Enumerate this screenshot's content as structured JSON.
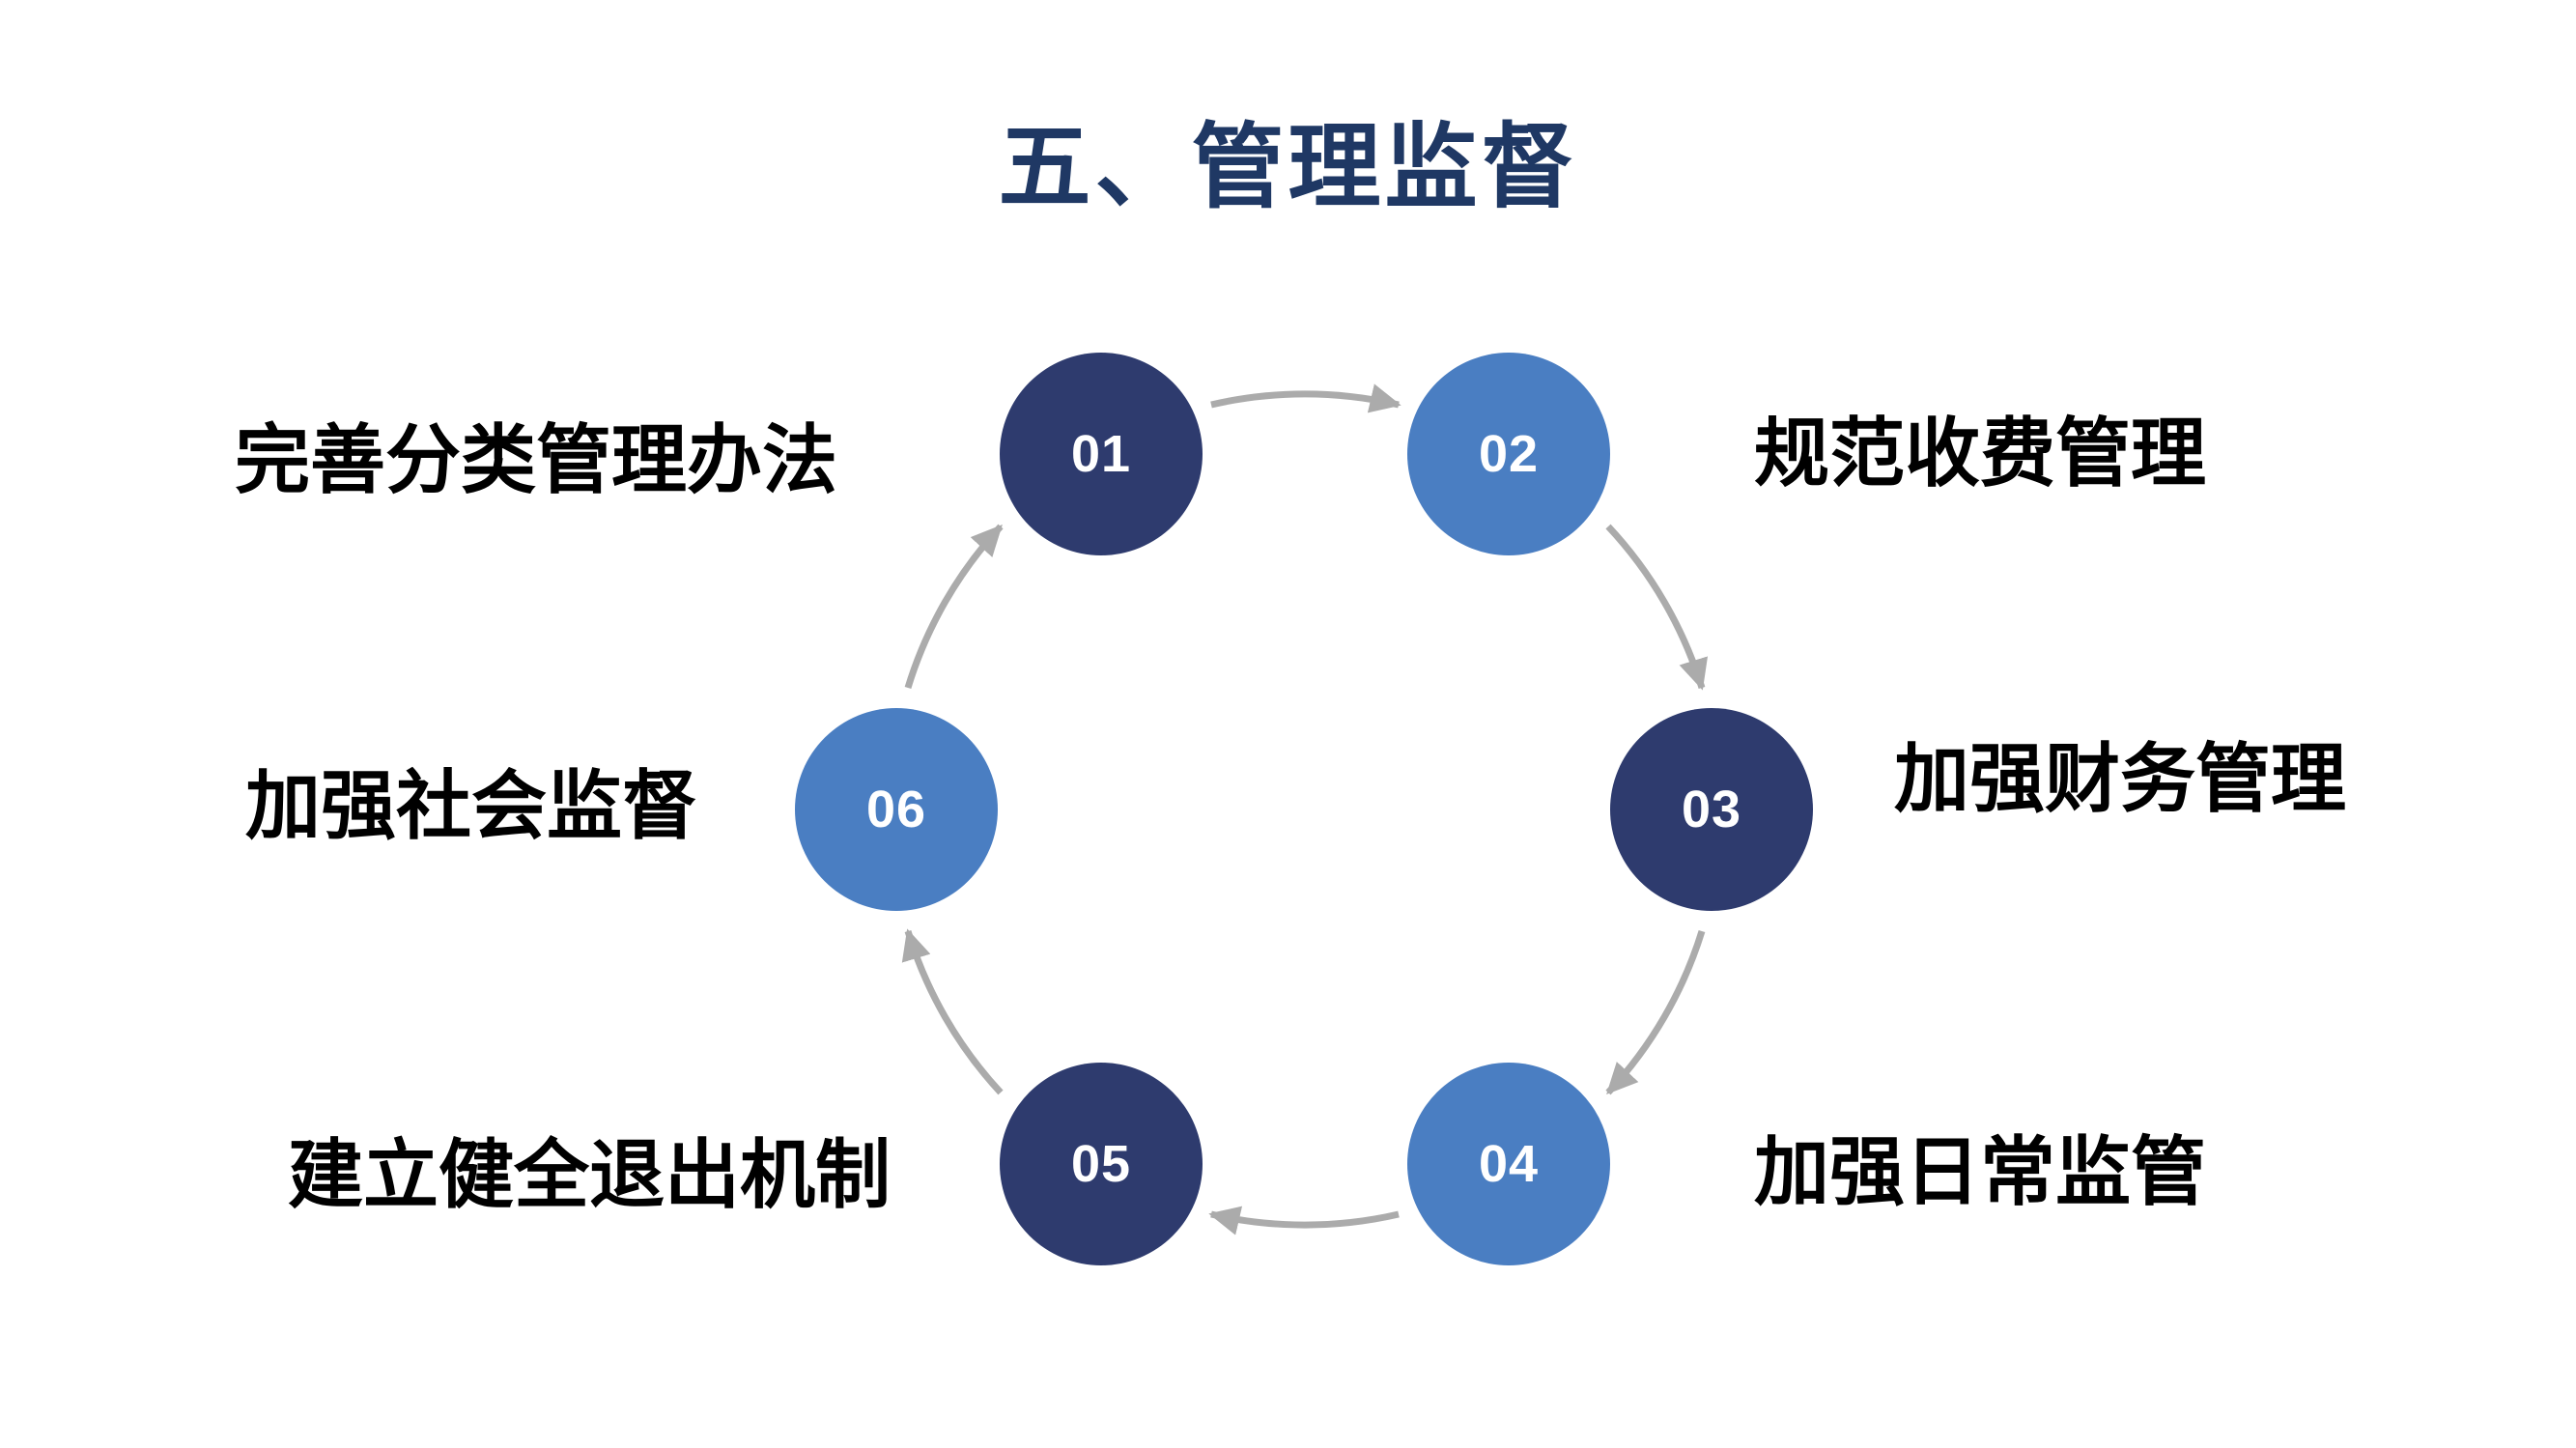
{
  "title": "五、管理监督",
  "colors": {
    "title": "#1F3864",
    "dark_circle": "#2E3B6E",
    "light_circle": "#4A7EC2",
    "arrow": "#ABABAB",
    "number_text": "#FFFFFF",
    "label_text": "#000000",
    "background": "#FFFFFF"
  },
  "steps": [
    {
      "number": "01",
      "label": "完善分类管理办法",
      "tone": "dark",
      "label_side": "left"
    },
    {
      "number": "02",
      "label": "规范收费管理",
      "tone": "light",
      "label_side": "right"
    },
    {
      "number": "03",
      "label": "加强财务管理",
      "tone": "dark",
      "label_side": "right"
    },
    {
      "number": "04",
      "label": "加强日常监管",
      "tone": "light",
      "label_side": "right"
    },
    {
      "number": "05",
      "label": "建立健全退出机制",
      "tone": "dark",
      "label_side": "left"
    },
    {
      "number": "06",
      "label": "加强社会监督",
      "tone": "light",
      "label_side": "left"
    }
  ]
}
